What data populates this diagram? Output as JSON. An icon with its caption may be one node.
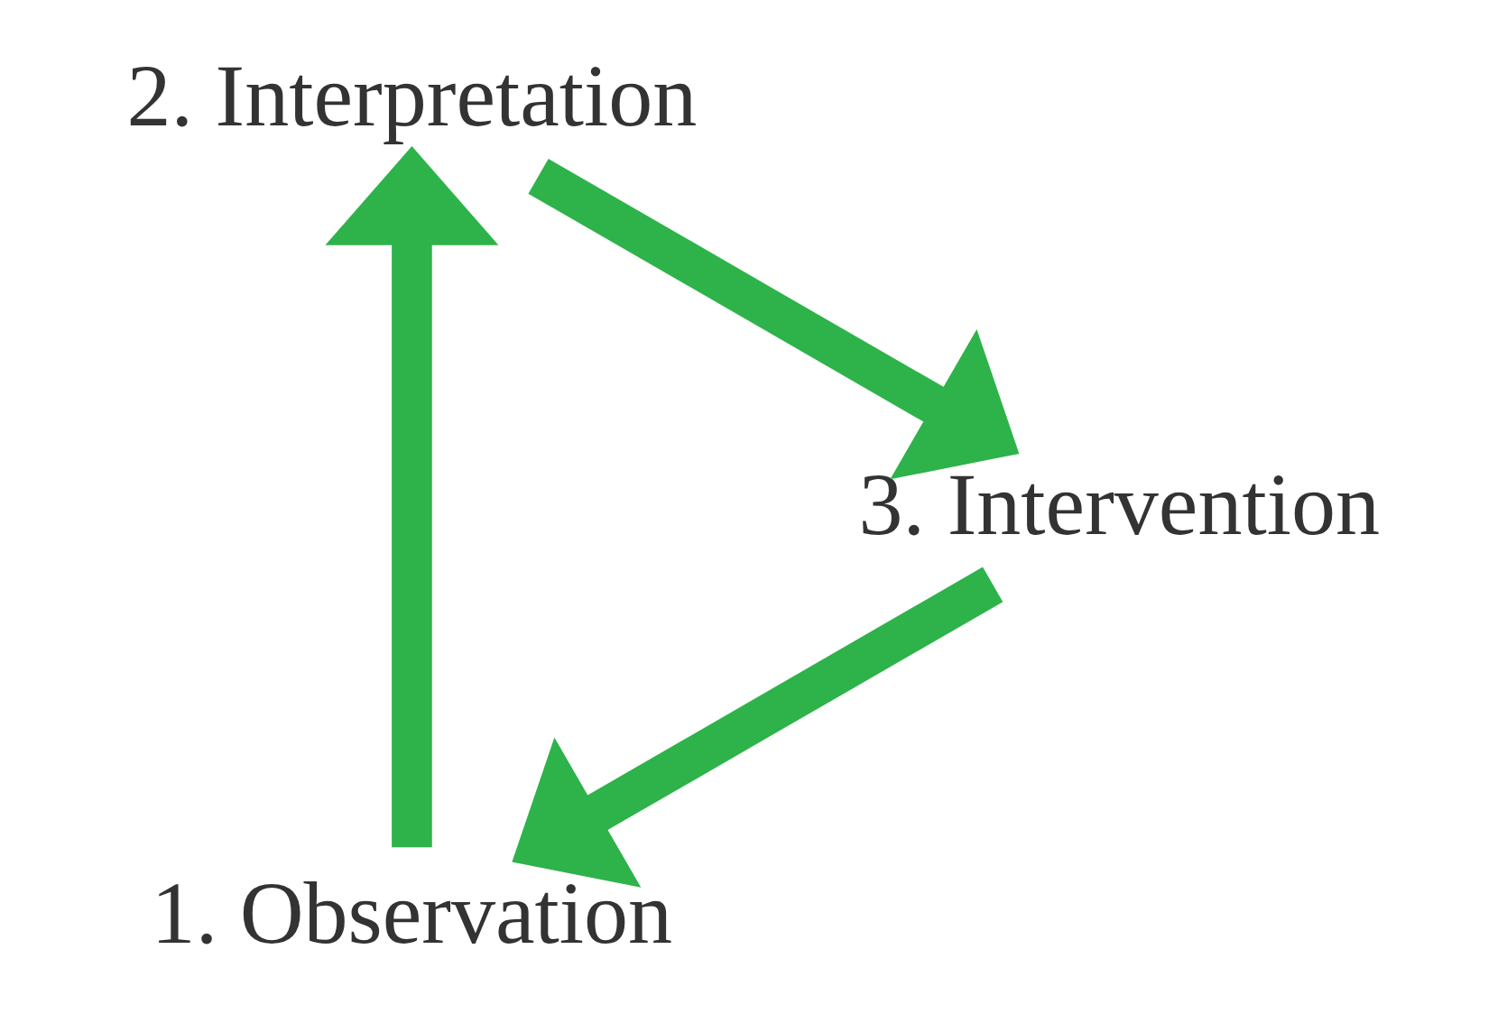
{
  "diagram": {
    "nodes": [
      {
        "text": [
          "1. Observation"
        ]
      },
      {
        "text": [
          "2. Interpretation"
        ]
      },
      {
        "text": [
          "3. Intervention"
        ]
      }
    ],
    "edges": [
      {
        "from": 0,
        "to": 1,
        "arrow": "to"
      },
      {
        "from": 1,
        "to": 2,
        "arrow": "to"
      },
      {
        "from": 2,
        "to": 0,
        "arrow": "to"
      }
    ]
  }
}
